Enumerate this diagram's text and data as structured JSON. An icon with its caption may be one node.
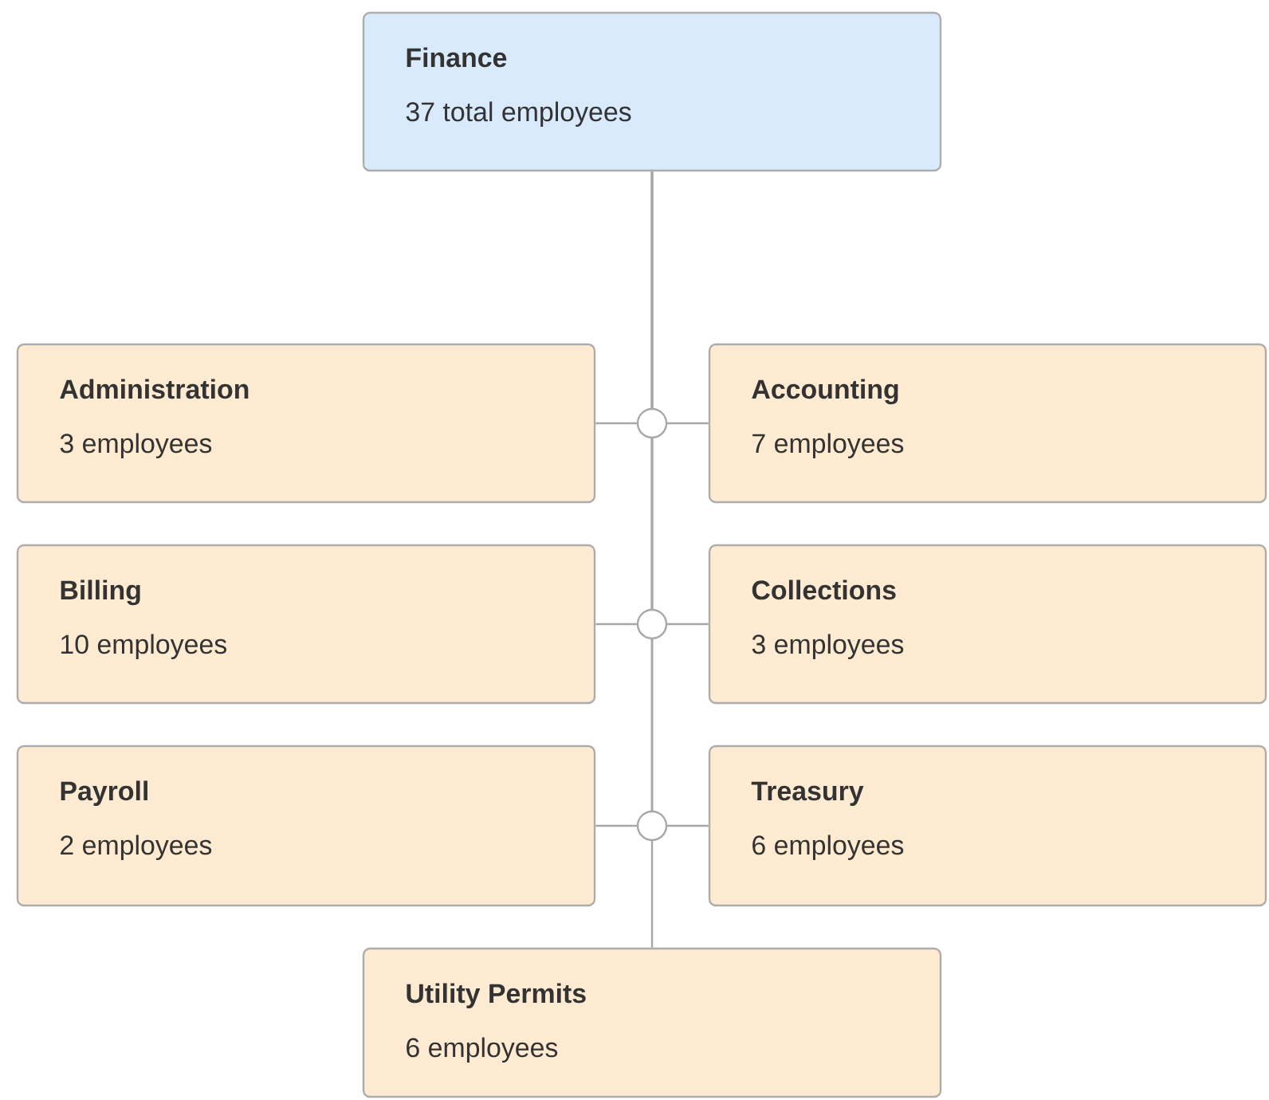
{
  "diagram": {
    "nodes": [
      {
        "text": [
          "Finance",
          "37 total employees"
        ]
      },
      {
        "text": [
          "Administration",
          "3 employees"
        ]
      },
      {
        "text": [
          "Accounting",
          "7 employees"
        ]
      },
      {
        "text": [
          "Billing",
          "10 employees"
        ]
      },
      {
        "text": [
          "Collections",
          "3 employees"
        ]
      },
      {
        "text": [
          "Payroll",
          "2 employees"
        ]
      },
      {
        "text": [
          "Treasury",
          "6 employees"
        ]
      },
      {
        "text": [
          "Utility Permits",
          "6 employees"
        ]
      }
    ],
    "edges": [
      {
        "from": 0,
        "to": 1,
        "arrow": "none"
      },
      {
        "from": 0,
        "to": 2,
        "arrow": "none"
      },
      {
        "from": 0,
        "to": 3,
        "arrow": "none"
      },
      {
        "from": 0,
        "to": 4,
        "arrow": "none"
      },
      {
        "from": 0,
        "to": 5,
        "arrow": "none"
      },
      {
        "from": 0,
        "to": 6,
        "arrow": "none"
      },
      {
        "from": 0,
        "to": 7,
        "arrow": "none"
      }
    ]
  }
}
